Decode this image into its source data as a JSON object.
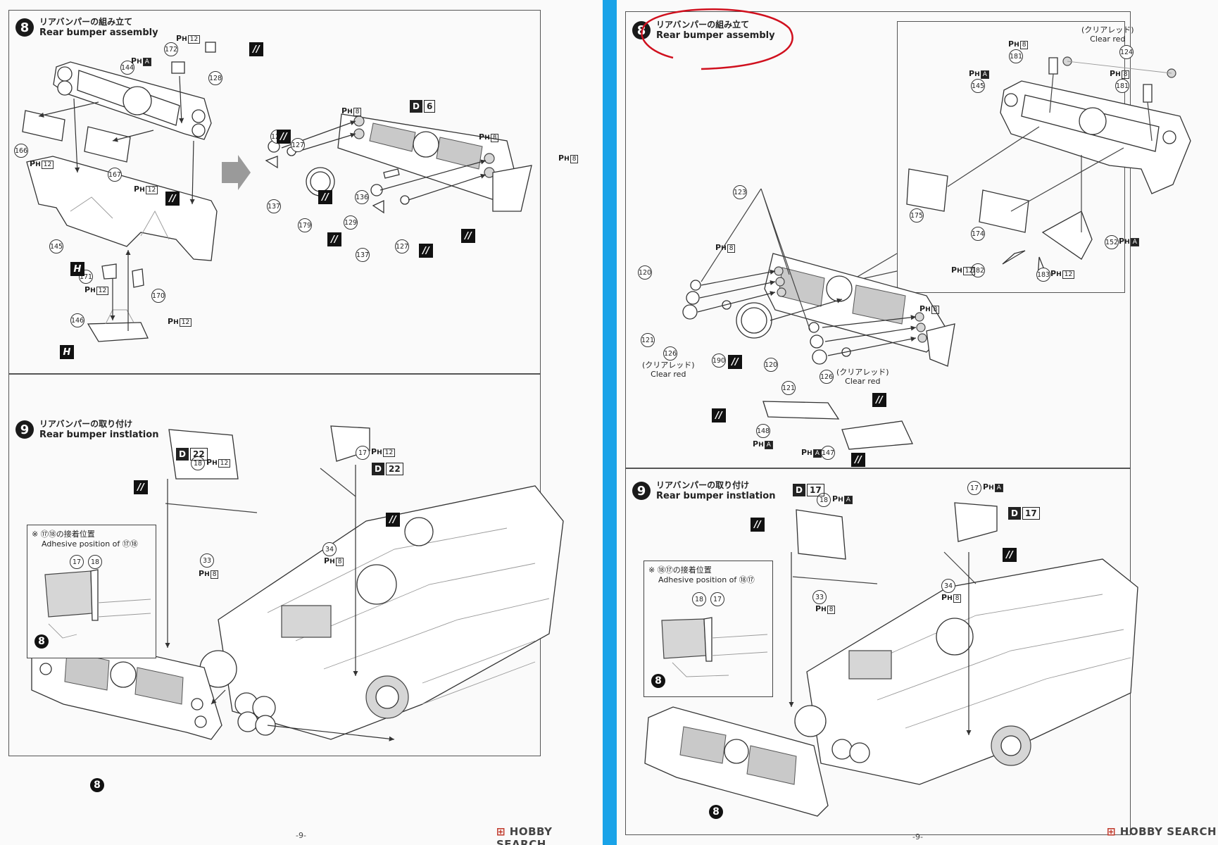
{
  "left": {
    "step8": {
      "num": "8",
      "jp": "リアバンパーの組み立て",
      "en": "Rear bumper assembly"
    },
    "step9": {
      "num": "9",
      "jp": "リアバンパーの取り付け",
      "en": "Rear bumper instlation"
    },
    "parts8": [
      "172",
      "144",
      "128",
      "166",
      "167",
      "145",
      "171",
      "170",
      "146",
      "129",
      "127",
      "137",
      "179",
      "136",
      "129",
      "137",
      "127"
    ],
    "ph": {
      "p12": "12",
      "pA": "A",
      "p8": "8"
    },
    "d6": {
      "d": "D",
      "n": "6"
    },
    "d22": {
      "d": "D",
      "n": "22"
    },
    "parts9": [
      "18",
      "17",
      "34",
      "33"
    ],
    "inset": {
      "jp": "※ ⑰⑱の接着位置",
      "en": "Adhesive position of ⑰⑱",
      "a": "17",
      "b": "18",
      "ref": "8"
    },
    "big8": "8",
    "footer": "-9-"
  },
  "right": {
    "step8": {
      "num": "8",
      "jp": "リアバンパーの組み立て",
      "en": "Rear bumper assembly"
    },
    "step9": {
      "num": "9",
      "jp": "リアバンパーの取り付け",
      "en": "Rear bumper instlation"
    },
    "clear_red_jp": "クリアレッド",
    "clear_red_en": "Clear red",
    "parts8": [
      "124",
      "181",
      "145",
      "181",
      "175",
      "174",
      "152",
      "182",
      "183",
      "123",
      "120",
      "121",
      "126",
      "190",
      "120",
      "121",
      "126",
      "148",
      "147"
    ],
    "d17": {
      "d": "D",
      "n": "17"
    },
    "parts9": [
      "18",
      "17",
      "34",
      "33"
    ],
    "inset": {
      "jp": "※ ⑱⑰の接着位置",
      "en": "Adhesive position of ⑱⑰",
      "a": "18",
      "b": "17",
      "ref": "8"
    },
    "big8": "8",
    "footer": "-9-"
  },
  "watermark": {
    "brand": "HOBBY SEARCH"
  },
  "colors": {
    "divider": "#1aa3e8",
    "annotation": "#d0101e"
  }
}
